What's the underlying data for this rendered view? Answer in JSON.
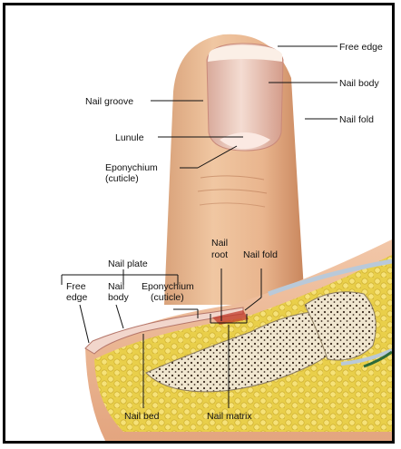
{
  "labels": {
    "free_edge_top": "Free edge",
    "nail_body_top": "Nail body",
    "nail_fold_top": "Nail fold",
    "nail_groove": "Nail groove",
    "lunule": "Lunule",
    "eponychium_top_line1": "Eponychium",
    "eponychium_top_line2": "(cuticle)",
    "nail_root_line1": "Nail",
    "nail_root_line2": "root",
    "nail_fold_bottom": "Nail fold",
    "nail_plate": "Nail plate",
    "free_edge_bottom_line1": "Free",
    "free_edge_bottom_line2": "edge",
    "nail_body_bottom_line1": "Nail",
    "nail_body_bottom_line2": "body",
    "eponychium_bottom_line1": "Eponychium",
    "eponychium_bottom_line2": "(cuticle)",
    "nail_bed": "Nail bed",
    "nail_matrix": "Nail matrix"
  }
}
